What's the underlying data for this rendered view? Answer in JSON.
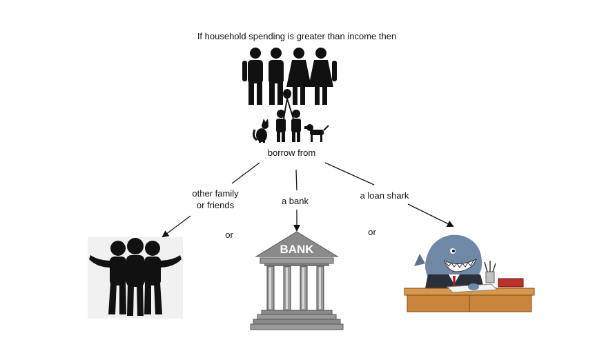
{
  "diagram": {
    "title": "If household spending is greater than income then",
    "center_label": "borrow from",
    "options": [
      {
        "label_line1": "other family",
        "label_line2": "or friends",
        "icon": "friends-group-icon"
      },
      {
        "label_line1": "a bank",
        "label_line2": "",
        "icon": "bank-building-icon"
      },
      {
        "label_line1": "a loan shark",
        "label_line2": "",
        "icon": "loan-shark-desk-icon"
      }
    ],
    "separators": [
      "or",
      "or"
    ],
    "bank_sign": "BANK"
  },
  "icons": {
    "household": "family-household-icon",
    "cat": "cat-icon",
    "dog": "dog-icon"
  },
  "colors": {
    "ink": "#111111",
    "bank_gray": "#8a8a8a",
    "desk_wood": "#c9863b",
    "shark_blue": "#6f88a6"
  }
}
